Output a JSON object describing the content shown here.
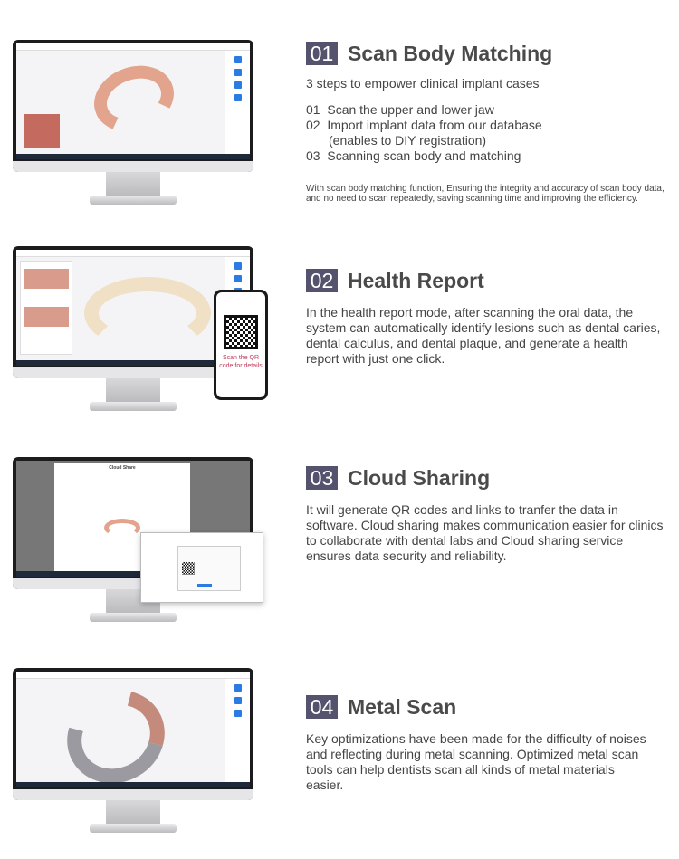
{
  "sections": [
    {
      "number": "01",
      "title": "Scan Body Matching",
      "subtitle": "3 steps to empower clinical implant cases",
      "steps": [
        {
          "num": "01",
          "text": "Scan the upper and lower jaw"
        },
        {
          "num": "02",
          "text": "Import implant data from our database",
          "text2": "(enables to DIY registration)"
        },
        {
          "num": "03",
          "text": "Scanning scan body and matching"
        }
      ],
      "note": "With scan body matching function, Ensuring the integrity and accuracy of scan body data, and no need to scan repeatedly, saving scanning time and improving the efficiency."
    },
    {
      "number": "02",
      "title": "Health Report",
      "body": "In the health report mode, after scanning the oral data, the system can automatically identify lesions such as dental caries, dental calculus, and dental plaque, and generate a health report with just one click.",
      "phone_caption": "Scan the QR code for details"
    },
    {
      "number": "03",
      "title": "Cloud Sharing",
      "body": "It will generate QR codes and links to tranfer the data in software. Cloud sharing makes communication easier for clinics to collaborate with dental labs and Cloud sharing service ensures data security and reliability.",
      "window_title": "Cloud Share"
    },
    {
      "number": "04",
      "title": "Metal Scan",
      "body": "Key optimizations have been made for the difficulty of noises and reflecting during metal scanning. Optimized metal scan tools can help dentists scan all kinds of metal materials easier."
    }
  ],
  "colors": {
    "badge": "#55526e",
    "qr_caption": "#c0395a",
    "accent": "#2b7be4"
  }
}
